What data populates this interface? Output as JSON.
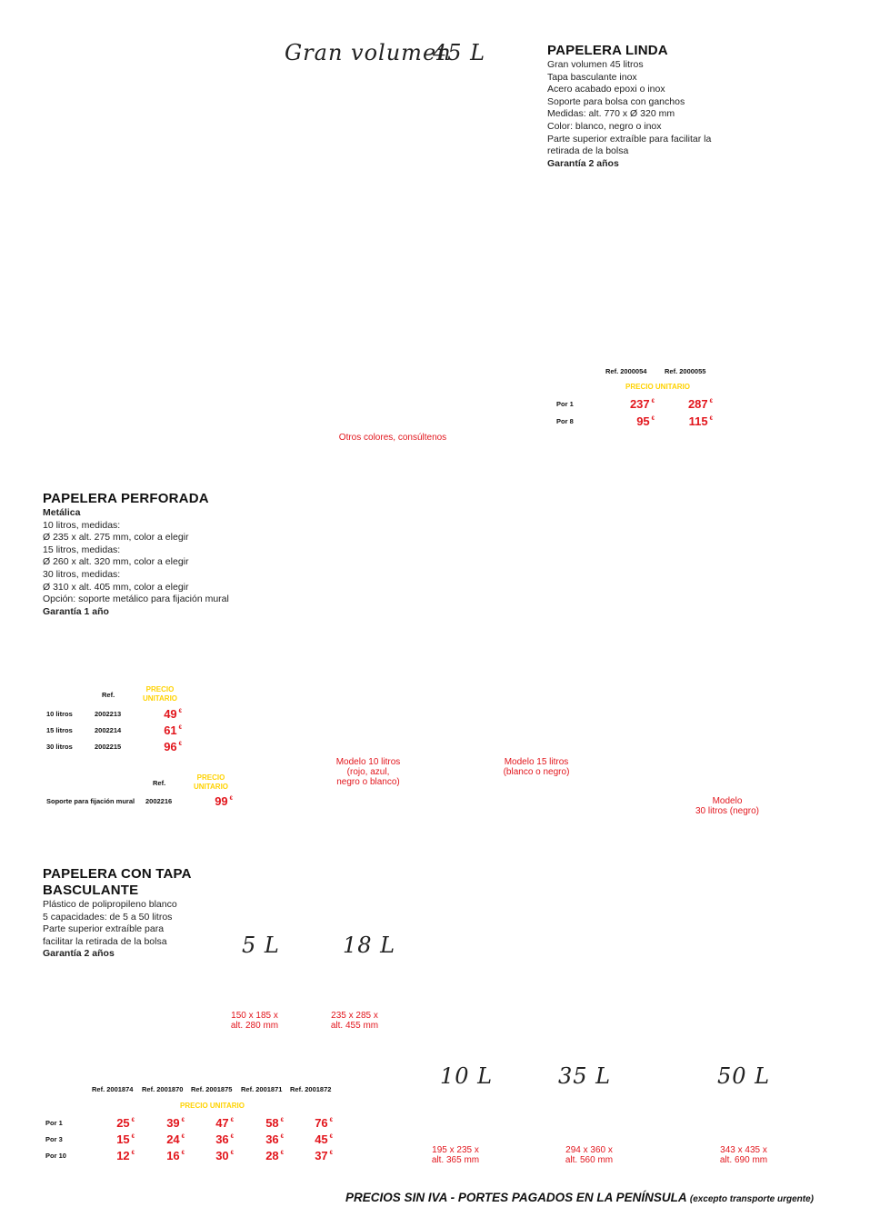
{
  "linda": {
    "handwritten_label": "Gran volumen",
    "handwritten_volume": "45 L",
    "title": "PAPELERA LINDA",
    "lines": [
      "Gran volumen 45 litros",
      "Tapa basculante inox",
      "Acero acabado epoxi o inox",
      "Soporte para bolsa con ganchos",
      "Medidas: alt. 770 x Ø 320 mm",
      "Color: blanco, negro o inox",
      "Parte superior extraíble para facilitar la",
      "retirada de la bolsa"
    ],
    "guarantee": "Garantía 2 años",
    "colors_note": "Otros colores, consúltenos",
    "table": {
      "refs": [
        "Ref. 2000054",
        "Ref. 2000055"
      ],
      "unit_price_label": "PRECIO UNITARIO",
      "rows": [
        {
          "label": "Por 1",
          "prices": [
            "237",
            "287"
          ]
        },
        {
          "label": "Por 8",
          "prices": [
            "95",
            "115"
          ]
        }
      ]
    }
  },
  "perforada": {
    "title": "PAPELERA PERFORADA",
    "subtitle": "Metálica",
    "lines": [
      "10 litros, medidas:",
      "Ø 235 x alt. 275 mm, color a elegir",
      "15 litros, medidas:",
      "Ø 260 x alt. 320 mm, color a elegir",
      "30 litros, medidas:",
      "Ø 310 x alt. 405 mm, color a elegir",
      "Opción: soporte metálico para fijación mural"
    ],
    "guarantee": "Garantía 1 año",
    "table": {
      "ref_label": "Ref.",
      "unit_price_label_1": "PRECIO",
      "unit_price_label_2": "UNITARIO",
      "rows": [
        {
          "label": "10 litros",
          "ref": "2002213",
          "price": "49"
        },
        {
          "label": "15 litros",
          "ref": "2002214",
          "price": "61"
        },
        {
          "label": "30 litros",
          "ref": "2002215",
          "price": "96"
        }
      ]
    },
    "support_table": {
      "ref_label": "Ref.",
      "unit_price_label_1": "PRECIO",
      "unit_price_label_2": "UNITARIO",
      "label": "Soporte para fijación mural",
      "ref": "2002216",
      "price": "99"
    },
    "captions": {
      "m10": [
        "Modelo 10 litros",
        "(rojo, azul,",
        "negro o blanco)"
      ],
      "m15": [
        "Modelo 15 litros",
        "(blanco o negro)"
      ],
      "m30": [
        "Modelo",
        "30 litros (negro)"
      ]
    }
  },
  "basculante": {
    "title_1": "PAPELERA CON TAPA",
    "title_2": "BASCULANTE",
    "lines": [
      "Plástico de polipropileno blanco",
      "5 capacidades: de 5 a 50 litros",
      "Parte superior extraíble para",
      "facilitar la retirada de la bolsa"
    ],
    "guarantee": "Garantía 2 años",
    "volumes": [
      "5 L",
      "18 L",
      "10 L",
      "35 L",
      "50 L"
    ],
    "dims": {
      "v5": [
        "150 x 185 x",
        "alt. 280 mm"
      ],
      "v18": [
        "235 x 285 x",
        "alt. 455 mm"
      ],
      "v10": [
        "195 x 235 x",
        "alt. 365 mm"
      ],
      "v35": [
        "294 x 360 x",
        "alt. 560 mm"
      ],
      "v50": [
        "343 x 435 x",
        "alt. 690 mm"
      ]
    },
    "table": {
      "refs": [
        "Ref. 2001874",
        "Ref. 2001870",
        "Ref. 2001875",
        "Ref. 2001871",
        "Ref. 2001872"
      ],
      "unit_price_label": "PRECIO UNITARIO",
      "rows": [
        {
          "label": "Por 1",
          "prices": [
            "25",
            "39",
            "47",
            "58",
            "76"
          ]
        },
        {
          "label": "Por 3",
          "prices": [
            "15",
            "24",
            "36",
            "36",
            "45"
          ]
        },
        {
          "label": "Por 10",
          "prices": [
            "12",
            "16",
            "30",
            "28",
            "37"
          ]
        }
      ]
    }
  },
  "euro_symbol": "€",
  "footer": {
    "main": "PRECIOS SIN IVA - PORTES PAGADOS EN LA PENÍNSULA",
    "note": "(excepto transporte urgente)"
  }
}
